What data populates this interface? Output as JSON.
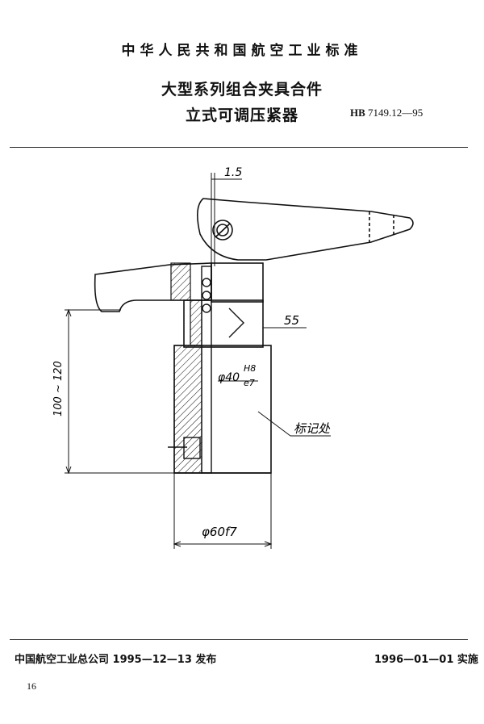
{
  "header": {
    "standard_body": "中华人民共和国航空工业标准",
    "title_line1": "大型系列组合夹具合件",
    "title_line2": "立式可调压紧器",
    "standard_prefix": "HB",
    "standard_number": "7149.12—95"
  },
  "drawing": {
    "dim_top": "1.5",
    "dim_right": "55",
    "dim_fit_diameter": "φ40",
    "fit_upper": "H8",
    "fit_lower": "e7",
    "dim_height": "100 ~ 120",
    "dim_base_diameter": "φ60f7",
    "note": "标记处"
  },
  "footer": {
    "issuer": "中国航空工业总公司 1995—12—13 发布",
    "effective": "1996—01—01 实施",
    "page_number": "16"
  }
}
